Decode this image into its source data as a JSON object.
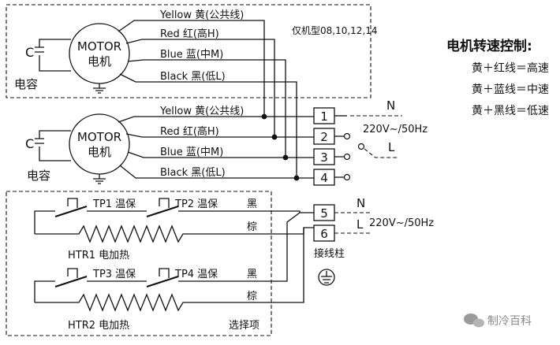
{
  "motor1": {
    "motor_label": "MOTOR",
    "motor_sub": "电机",
    "cap_label": "C",
    "cap_name": "电容",
    "wires": [
      "Yellow  黄(公共线)",
      "Red  红(高H)",
      "Blue  蓝(中M)",
      "Black  黑(低L)"
    ],
    "models_note": "仅机型08,10,12,14"
  },
  "motor2": {
    "motor_label": "MOTOR",
    "motor_sub": "电机",
    "cap_label": "C",
    "cap_name": "电容",
    "wires": [
      "Yellow  黄(公共线)",
      "Red  红(高H)",
      "Blue  蓝(中M)",
      "Black  黑(低L)"
    ]
  },
  "terminals": [
    "1",
    "2",
    "3",
    "4",
    "5",
    "6"
  ],
  "terminal_block_label": "接线柱",
  "power_upper": {
    "n": "N",
    "voltage": "220V~/50Hz",
    "l": "L"
  },
  "power_lower": {
    "n": "N",
    "voltage": "220V~/50Hz",
    "l": "L"
  },
  "heater": {
    "tp1": "TP1 温保",
    "tp2": "TP2 温保",
    "tp3": "TP3 温保",
    "tp4": "TP4 温保",
    "htr1": "HTR1 电加热",
    "htr2": "HTR2 电加热",
    "wire_black": "黑",
    "wire_brown": "棕",
    "option": "选择项"
  },
  "speed_control": {
    "title": "电机转速控制:",
    "lines": [
      "黄＋红线＝高速",
      "黄＋蓝线＝中速",
      "黄＋黑线＝低速"
    ]
  },
  "watermark": "制冷百科"
}
